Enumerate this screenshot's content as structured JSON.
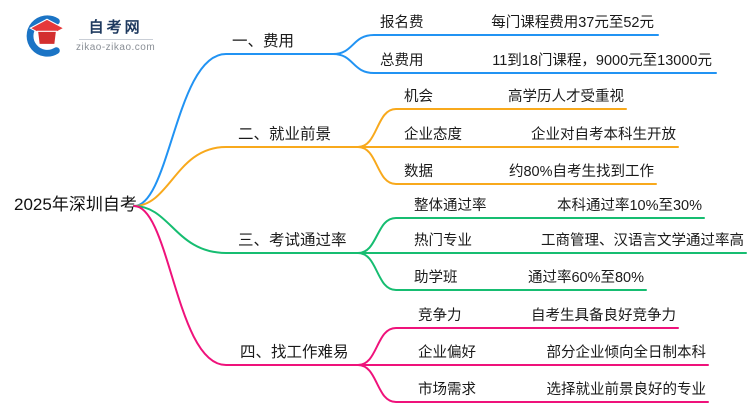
{
  "logo": {
    "title": "自考网",
    "domain": "zikao-zikao.com"
  },
  "root": {
    "label": "2025年深圳自考"
  },
  "colors": {
    "blue": "#2193f3",
    "orange": "#f8a91c",
    "green": "#16bd71",
    "pink": "#ef127b"
  },
  "branches": [
    {
      "label": "一、费用",
      "color": "#2193f3",
      "children": [
        {
          "key": "报名费",
          "value": "每门课程费用37元至52元"
        },
        {
          "key": "总费用",
          "value": "11到18门课程，9000元至13000元"
        }
      ]
    },
    {
      "label": "二、就业前景",
      "color": "#f8a91c",
      "children": [
        {
          "key": "机会",
          "value": "高学历人才受重视"
        },
        {
          "key": "企业态度",
          "value": "企业对自考本科生开放"
        },
        {
          "key": "数据",
          "value": "约80%自考生找到工作"
        }
      ]
    },
    {
      "label": "三、考试通过率",
      "color": "#16bd71",
      "children": [
        {
          "key": "整体通过率",
          "value": "本科通过率10%至30%"
        },
        {
          "key": "热门专业",
          "value": "工商管理、汉语言文学通过率高"
        },
        {
          "key": "助学班",
          "value": "通过率60%至80%"
        }
      ]
    },
    {
      "label": "四、找工作难易",
      "color": "#ef127b",
      "children": [
        {
          "key": "竞争力",
          "value": "自考生具备良好竞争力"
        },
        {
          "key": "企业偏好",
          "value": "部分企业倾向全日制本科"
        },
        {
          "key": "市场需求",
          "value": "选择就业前景良好的专业"
        }
      ]
    }
  ]
}
